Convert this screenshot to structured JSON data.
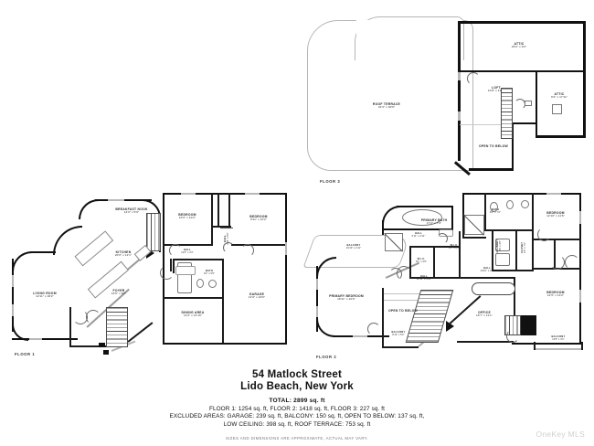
{
  "document": {
    "address_line1": "54 Matlock Street",
    "address_line2": "Lido Beach, New York",
    "total": "TOTAL: 2899 sq. ft",
    "floors_line": "FLOOR 1: 1254 sq. ft, FLOOR 2: 1418 sq. ft, FLOOR 3: 227 sq. ft",
    "excluded_line": "EXCLUDED AREAS: GARAGE: 239 sq. ft, BALCONY: 150 sq. ft, OPEN TO BELOW: 137 sq. ft,",
    "lowceiling_line": "LOW CEILING: 398 sq. ft, ROOF TERRACE: 753 sq. ft",
    "disclaimer": "SIZES AND DIMENSIONS ARE APPROXIMATE, ACTUAL MAY VARY.",
    "watermark": "OneKey MLS"
  },
  "floor3": {
    "caption": "FLOOR 3",
    "rooms": [
      {
        "name": "ATTIC",
        "dim": "25'2\" x 9'2\""
      },
      {
        "name": "LOFT",
        "dim": "10'8\" x 12'6\""
      },
      {
        "name": "ATTIC",
        "dim": "9'2\" x 17'11\""
      },
      {
        "name": "OPEN TO BELOW",
        "dim": ""
      },
      {
        "name": "ROOF TERRACE",
        "dim": "31'3\" x 30'9\""
      }
    ]
  },
  "floor1": {
    "caption": "FLOOR 1",
    "rooms": [
      {
        "name": "BREAKFAST NOOK",
        "dim": "14'0\" x 5'6\""
      },
      {
        "name": "KITCHEN",
        "dim": "20'0\" x 12'1\""
      },
      {
        "name": "LIVING ROOM",
        "dim": "12'11\" x 18'2\""
      },
      {
        "name": "FOYER",
        "dim": "16'5\" x 8'7\""
      },
      {
        "name": "BEDROOM",
        "dim": "10'0\" x 10'2\""
      },
      {
        "name": "BEDROOM",
        "dim": "9'11\" x 10'2\""
      },
      {
        "name": "HALL",
        "dim": "12'5\" x 3'3\""
      },
      {
        "name": "HALL",
        "dim": "2'11\" x 6'3\""
      },
      {
        "name": "BATH",
        "dim": "9'2\" x 5'6\""
      },
      {
        "name": "DINING AREA",
        "dim": "14'3\" x 12'10\""
      },
      {
        "name": "GARAGE",
        "dim": "12'0\" x 20'6\""
      }
    ]
  },
  "floor2": {
    "caption": "FLOOR 2",
    "rooms": [
      {
        "name": "BALCONY",
        "dim": "19'10\" x 2'11\""
      },
      {
        "name": "PRIMARY BATH",
        "dim": "17'2\" x 7'0\""
      },
      {
        "name": "BATH",
        "dim": "8'2\" x 7'2\""
      },
      {
        "name": "BEDROOM",
        "dim": "12'10\" x 11'6\""
      },
      {
        "name": "HALL",
        "dim": "6'11\" x 2'11\""
      },
      {
        "name": "W.I.C.",
        "dim": "9'0\" x 8'1\""
      },
      {
        "name": "LAUNDRY",
        "dim": "4'8\" x 4'9\""
      },
      {
        "name": "CLOSET",
        "dim": "2'4\" x 7'2\""
      },
      {
        "name": "W.I.C.",
        "dim": "8'1\" x 4'6\""
      },
      {
        "name": "HALL",
        "dim": "10'10\" x 2'8\""
      },
      {
        "name": "HALL",
        "dim": "20'11\" x 4'11\""
      },
      {
        "name": "PRIMARY BEDROOM",
        "dim": "18'11\" x 22'6\""
      },
      {
        "name": "OPEN TO BELOW",
        "dim": ""
      },
      {
        "name": "BALCONY",
        "dim": "8'11\" x 5'2\""
      },
      {
        "name": "OFFICE",
        "dim": "16'7\" x 11'1\""
      },
      {
        "name": "BEDROOM",
        "dim": "12'5\" x 13'2\""
      },
      {
        "name": "BALCONY",
        "dim": "12'5\" x 3'1\""
      }
    ]
  }
}
